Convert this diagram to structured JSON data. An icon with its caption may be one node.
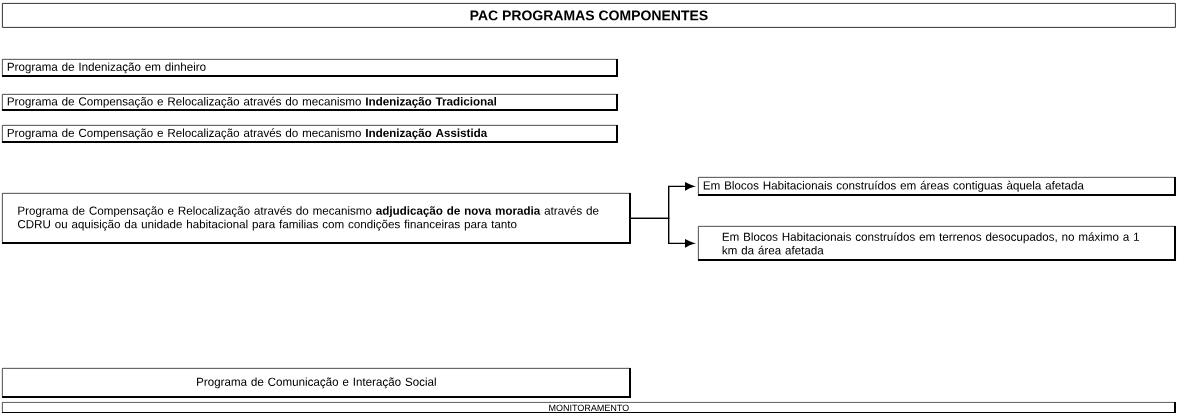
{
  "diagram": {
    "title": "PAC  PROGRAMAS COMPONENTES",
    "nodes": [
      {
        "text": [
          "Programa de Indenização em dinheiro"
        ]
      },
      {
        "text": [
          "Programa de Compensação e Relocalização  através do mecanismo **Indenização Tradicional**"
        ]
      },
      {
        "text": [
          "Programa de Compensação e Relocalização através do mecanismo **Indenização Assistida**"
        ]
      },
      {
        "text": [
          "Programa de Compensação e Relocalização  através do mecanismo **adjudicação de nova moradia** através de CDRU ou aquisição da unidade habitacional para familias com condições financeiras para tanto"
        ]
      },
      {
        "text": [
          "Em Blocos Habitacionais construídos em áreas contiguas àquela afetada"
        ]
      },
      {
        "text": [
          "Em Blocos Habitacionais construídos em terrenos desocupados, no máximo a 1 km da área afetada"
        ]
      },
      {
        "text": [
          "Programa de Comunicação e Interação Social"
        ]
      },
      {
        "text": [
          "MONITORAMENTO"
        ]
      }
    ],
    "edges": [
      {
        "from": 3,
        "to": 4,
        "arrow": "to"
      },
      {
        "from": 3,
        "to": 5,
        "arrow": "to"
      }
    ]
  }
}
